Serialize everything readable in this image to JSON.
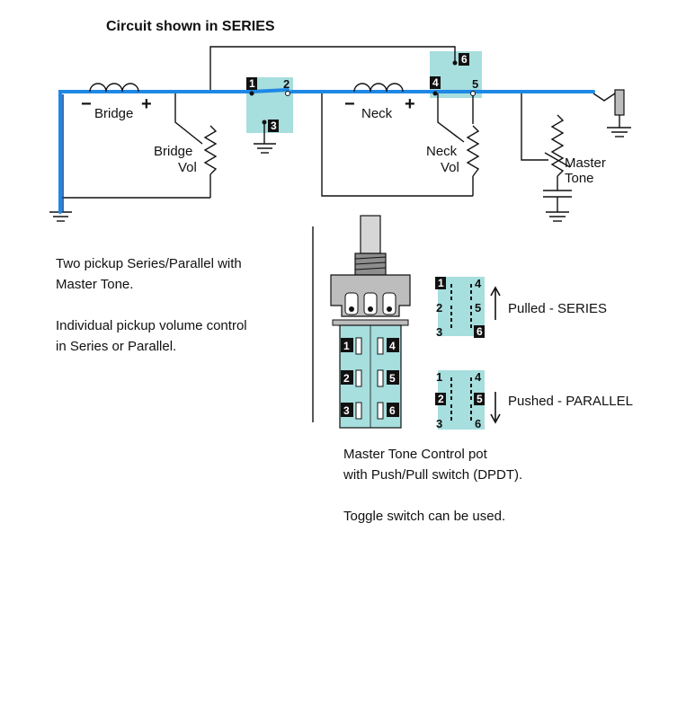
{
  "title": "Circuit shown in SERIES",
  "pickups": {
    "bridge": "Bridge",
    "neck": "Neck",
    "minus": "−",
    "plus": "+"
  },
  "controls": {
    "bridge_vol_line1": "Bridge",
    "bridge_vol_line2": "Vol",
    "neck_vol_line1": "Neck",
    "neck_vol_line2": "Vol",
    "master_tone_line1": "Master",
    "master_tone_line2": "Tone"
  },
  "switch_pins": [
    "1",
    "2",
    "3",
    "4",
    "5",
    "6"
  ],
  "description": {
    "line1": "Two pickup Series/Parallel with",
    "line2": "Master Tone.",
    "line3": "Individual pickup volume control",
    "line4": "in Series or Parallel."
  },
  "switch_states": {
    "pulled": "Pulled - SERIES",
    "pushed": "Pushed - PARALLEL"
  },
  "pot_caption": {
    "line1": "Master Tone Control pot",
    "line2": "with Push/Pull switch (DPDT).",
    "line3": "Toggle switch can be used."
  },
  "colors": {
    "signal_path": "#1e88e5",
    "switch_fill": "#a7dede",
    "pot_body": "#bdbdbd"
  }
}
